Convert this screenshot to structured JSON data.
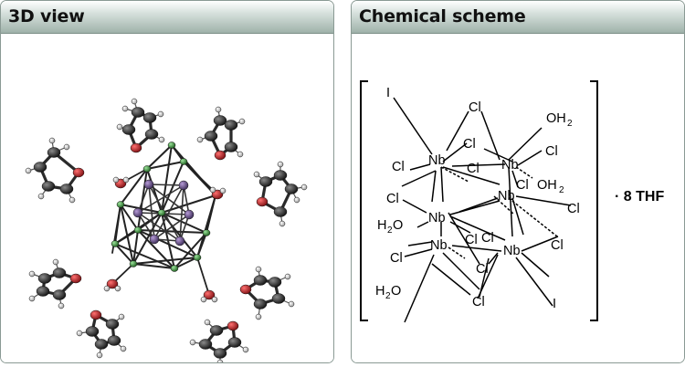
{
  "panels": {
    "left": {
      "title": "3D view"
    },
    "right": {
      "title": "Chemical scheme"
    }
  },
  "scheme": {
    "labels": {
      "i_top": "I",
      "cl_top": "Cl",
      "oh2_top": "OH",
      "oh2_top_sub": "2",
      "nb_1": "Nb",
      "cl_1": "Cl",
      "nb_2": "Nb",
      "cl_2": "Cl",
      "cl_3": "Cl",
      "cl_4": "Cl",
      "cl_5": "Cl",
      "cl_6": "Cl",
      "nb_3": "Nb",
      "oh2_mid": "OH",
      "oh2_mid_sub": "2",
      "cl_7": "Cl",
      "h2o_left_h": "H",
      "h2o_left_sub": "2",
      "h2o_left_o": "O",
      "nb_4": "Nb",
      "cl_8": "Cl",
      "nb_5": "Nb",
      "cl_9": "Cl",
      "nb_6": "Nb",
      "cl_10": "Cl",
      "cl_11": "Cl",
      "cl_12": "Cl",
      "h2o_bot_h": "H",
      "h2o_bot_sub": "2",
      "h2o_bot_o": "O",
      "cl_13": "Cl",
      "i_bot": "I"
    },
    "solvate": "· 8 THF"
  },
  "colors": {
    "header_top": "#ffffff",
    "header_bottom": "#9fb2aa",
    "panel_border": "#8a9a94",
    "chlorine": "#2f8a2f",
    "oxygen": "#c0262a",
    "carbon": "#333333",
    "hydrogen": "#f2f2f2",
    "niobium": "#7a5fa0"
  }
}
